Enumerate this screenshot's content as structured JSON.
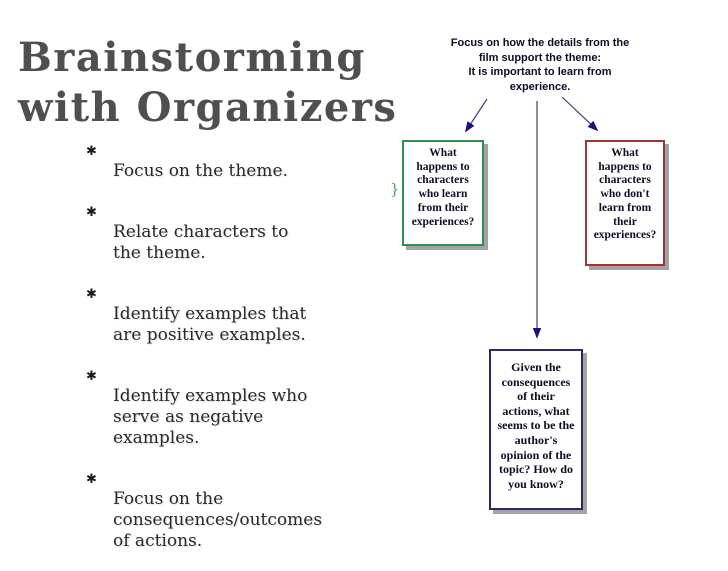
{
  "slide": {
    "title": "Brainstorming\nwith Organizers",
    "bullet_glyph": "✱",
    "bullets": [
      {
        "text": "Focus on the theme."
      },
      {
        "text": "Relate characters to\nthe theme."
      },
      {
        "text": "Identify examples that\nare positive examples."
      },
      {
        "text": "Identify examples who\nserve as negative\nexamples."
      },
      {
        "text": "Focus on the\nconsequences/outcomes\nof actions."
      }
    ]
  },
  "diagram": {
    "top_statement": "Focus on how the details from the\nfilm support the theme:\nIt is important to learn from\nexperience.",
    "brace_glyph": "}",
    "boxes": [
      {
        "id": "learn",
        "text": "What\nhappens to\ncharacters\nwho learn\nfrom their\nexperiences?",
        "border_color": "#2e8e55"
      },
      {
        "id": "dont-learn",
        "text": "What\nhappens to\ncharacters\nwho don't\nlearn from\ntheir\nexperiences?",
        "border_color": "#9b3735"
      },
      {
        "id": "consequences",
        "text": "Given the\nconsequences\nof their\nactions, what\nseems to be the\nauthor's\nopinion of the\ntopic? How do\nyou know?",
        "border_color": "#2b2b5e"
      }
    ],
    "colors": {
      "line": "#3c3c80",
      "arrowhead": "#14147a",
      "shadow": "#a3a3a3",
      "title_text": "#4f4f4f",
      "body_text": "#2a2a2a",
      "box_text": "#0d0d26"
    }
  }
}
